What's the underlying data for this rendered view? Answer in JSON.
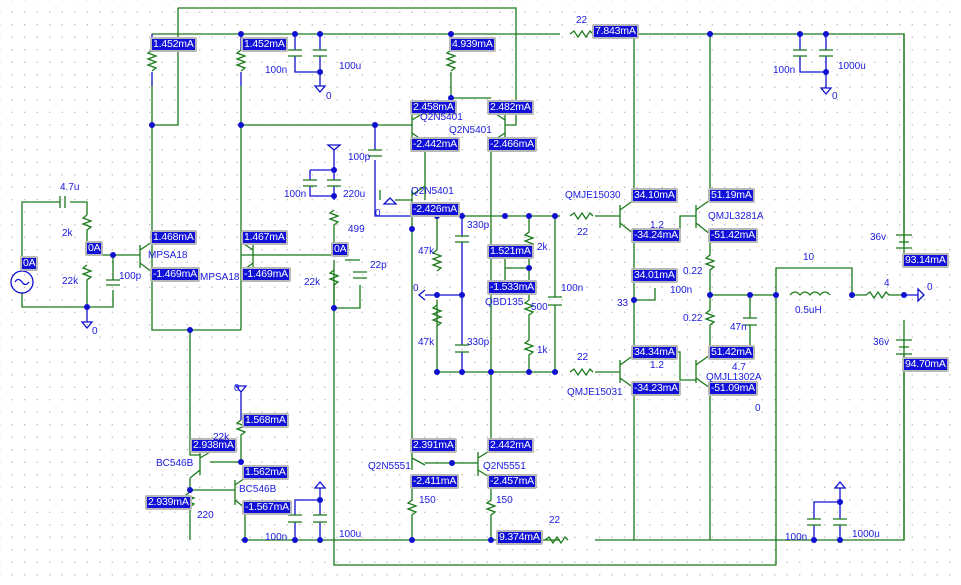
{
  "schematic": {
    "title": "Audio power amplifier simulation (bias point currents)",
    "current_markers": {
      "q1_in_collector_res": "1.452mA",
      "q2_in_collector_res": "1.452mA",
      "vas_emitter_res": "4.939mA",
      "supply_pos_res": "7.843mA",
      "q1_collector": "1.468mA",
      "q1_emitter": "-1.469mA",
      "q2_collector": "1.467mA",
      "q2_emitter": "-1.469mA",
      "input_node": "0A",
      "source": "0A",
      "feedback_node": "0A",
      "q3_top": "2.458mA",
      "q3_bottom": "-2.442mA",
      "q4_top": "2.482mA",
      "q4_bottom": "-2.466mA",
      "q5_bottom": "-2.426mA",
      "qbd_top": "1.521mA",
      "qbd_bottom": "-1.533mA",
      "mirror_res_top": "1.568mA",
      "bc1_emitter": "2.938mA",
      "bc2_collector": "1.562mA",
      "bc1_res": "2.939mA",
      "bc2_emitter": "-1.567mA",
      "q6_collector": "2.391mA",
      "q6_emitter": "-2.411mA",
      "q7_collector": "2.442mA",
      "q7_emitter": "-2.457mA",
      "supply_neg_res": "9.374mA",
      "drv_npn_c": "34.10mA",
      "drv_npn_e": "-34.24mA",
      "drv_node": "34.01mA",
      "drv_pnp_e": "34.34mA",
      "drv_pnp_c": "-34.23mA",
      "out_npn_c": "51.19mA",
      "out_npn_e": "-51.42mA",
      "out_pnp_e": "51.42mA",
      "out_pnp_c": "-51.09mA",
      "bat_pos": "93.14mA",
      "bat_neg": "94.70mA"
    },
    "component_labels": {
      "c_in": "4.7u",
      "r_in": "2k",
      "r_bias": "22k",
      "c_in_filter": "100p",
      "q_in1": "MPSA18",
      "q_in2": "MPSA18",
      "c_sup1a": "100n",
      "c_sup1b": "100u",
      "gnd1": "0",
      "c_fb1": "100n",
      "c_fb2": "220u",
      "r_fb1": "499",
      "r_fb2": "22k",
      "c_fb3": "22p",
      "c_miller": "100p",
      "q3": "Q2N5401",
      "q4": "Q2N5401",
      "q5": "Q2N5401",
      "gnd_q5": "0",
      "c330a": "330p",
      "c330b": "330p",
      "r47a": "47k",
      "r47b": "47k",
      "gnd_mid": "0",
      "qbd": "QBD135",
      "r2k": "2k",
      "r500": "500",
      "pot1k": "1k",
      "c_bias": "100n",
      "r22_top": "22",
      "r22_bot": "22",
      "drv_npn": "QMJE15030",
      "drv_pnp": "QMJE15031",
      "r1_2a": "1.2",
      "r1_2b": "1.2",
      "r33": "33",
      "c_drv": "100n",
      "out_npn": "QMJL3281A",
      "out_pnp": "QMJL1302A",
      "r022a": "0.22",
      "r022b": "0.22",
      "c47n": "47n",
      "r4_7": "4.7",
      "gnd_zobel": "0",
      "r10": "10",
      "l_out": "0.5uH",
      "r_load": "4",
      "gnd_out": "0",
      "bat1": "36v",
      "bat2": "36v",
      "r22_sup_pos": "22",
      "r22_sup_neg": "22",
      "c_sup_top_a": "100n",
      "c_sup_top_b": "1000u",
      "gnd_top": "0",
      "c_sup_bot_a": "100n",
      "c_sup_bot_b": "1000u",
      "bc1": "BC546B",
      "bc2": "BC546B",
      "r22k_mirror": "22k",
      "r220": "220",
      "gnd_bc": "0",
      "c_bc_a": "100n",
      "c_bc_b": "100u",
      "q6": "Q2N5551",
      "q7": "Q2N5551",
      "r150a": "150",
      "r150b": "150",
      "gnd_in": "0",
      "gnd_fb": "0"
    }
  }
}
